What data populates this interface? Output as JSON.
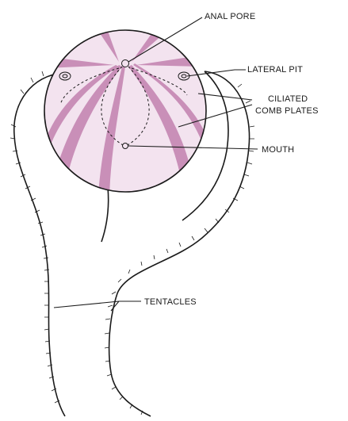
{
  "labels": {
    "anal_pore": "ANAL PORE",
    "lateral_pit": "LATERAL PIT",
    "ciliated_line1": "CILIATED",
    "ciliated_line2": "COMB PLATES",
    "mouth": "MOUTH",
    "tentacles": "TENTACLES"
  },
  "colors": {
    "body_fill": "#f3e3ef",
    "comb_plate_fill": "#c98fb8",
    "ink": "#1a1a1a"
  }
}
